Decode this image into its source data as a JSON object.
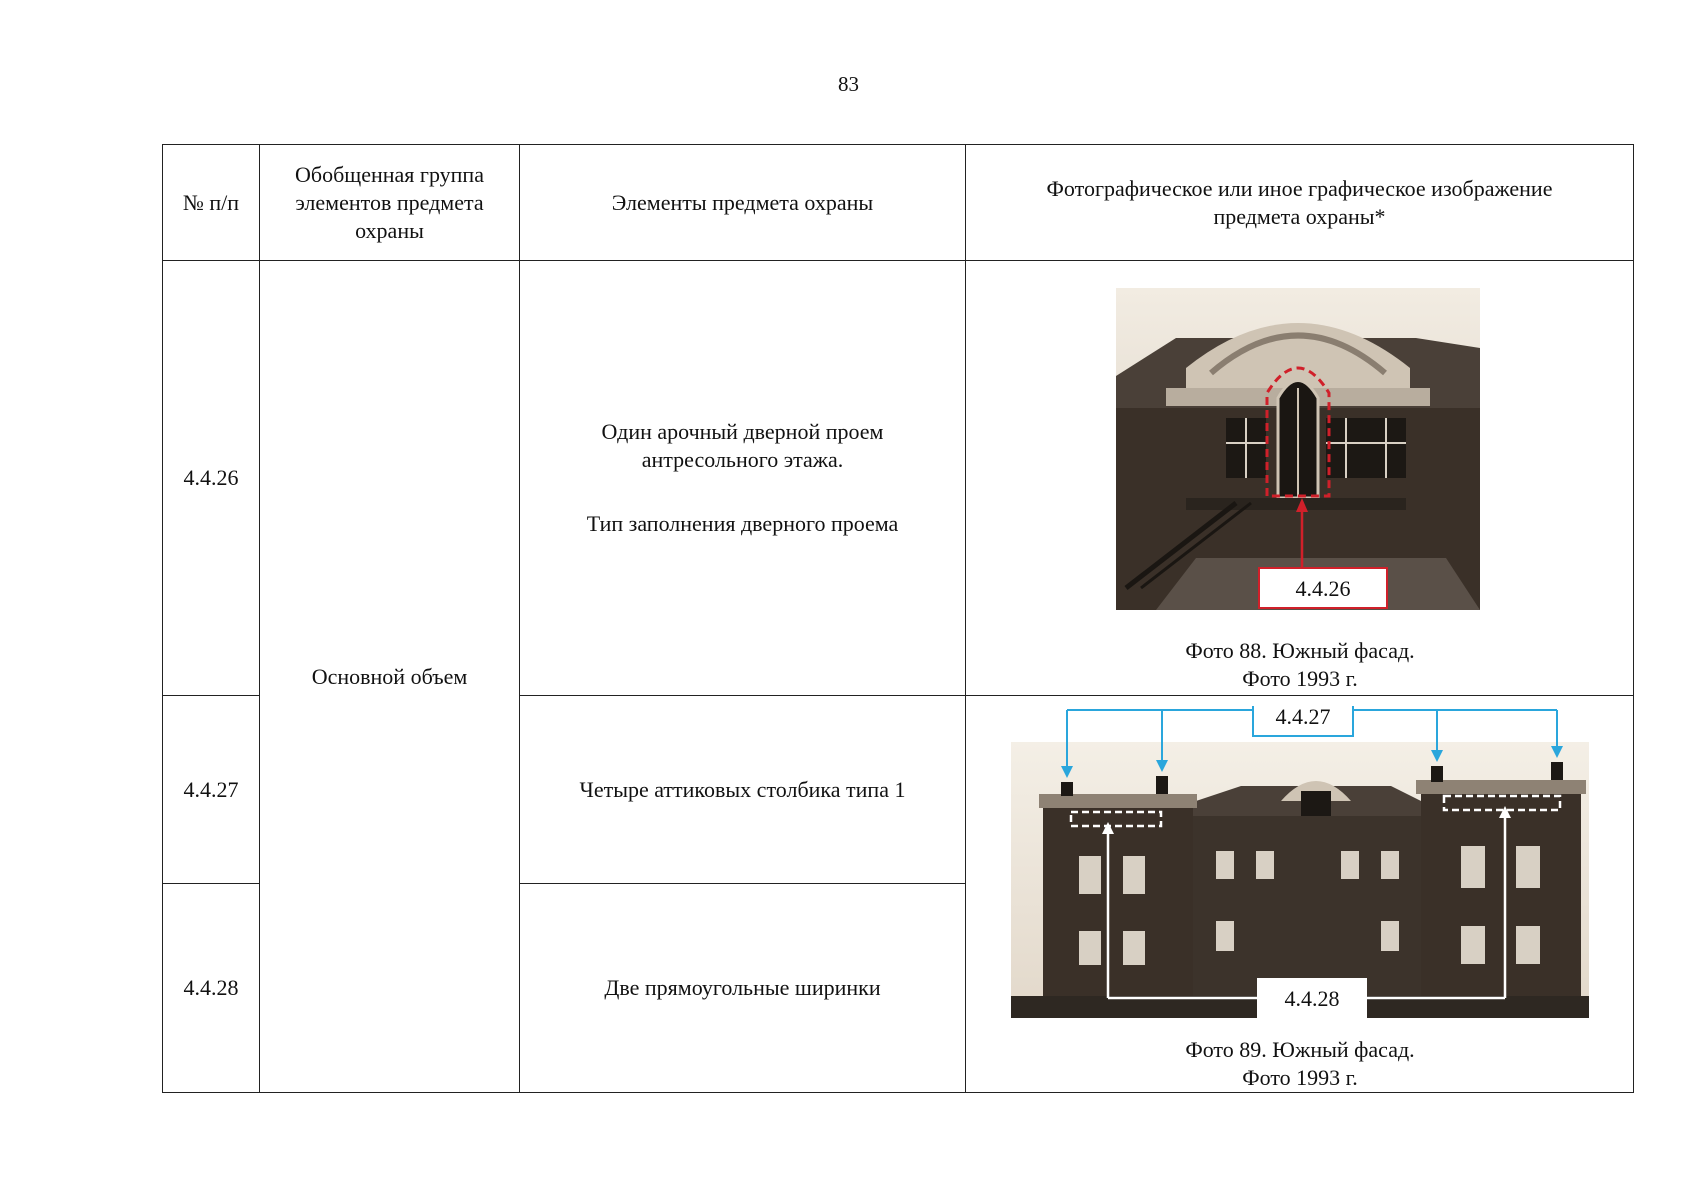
{
  "page_number": "83",
  "table": {
    "headers": {
      "num": "№ п/п",
      "group": "Обобщенная группа элементов предмета охраны",
      "elements": "Элементы предмета охраны",
      "photo": "Фотографическое или иное графическое изображение предмета охраны*"
    },
    "group_name": "Основной объем",
    "rows": [
      {
        "num": "4.4.26",
        "text_line1": "Один арочный дверной проем антресольного этажа.",
        "text_line2": "Тип заполнения дверного проема"
      },
      {
        "num": "4.4.27",
        "text_line1": "Четыре аттиковых столбика типа 1"
      },
      {
        "num": "4.4.28",
        "text_line1": "Две прямоугольные ширинки"
      }
    ]
  },
  "photos": {
    "photo88": {
      "label": "4.4.26",
      "caption_line1": "Фото 88. Южный фасад.",
      "caption_line2": "Фото 1993 г."
    },
    "photo89": {
      "label_top": "4.4.27",
      "label_bottom": "4.4.28",
      "caption_line1": "Фото 89. Южный фасад.",
      "caption_line2": "Фото 1993 г."
    }
  },
  "colors": {
    "annotation_red": "#d0202a",
    "annotation_blue": "#2aa6dc",
    "photo_sepia": "#3a3028"
  }
}
